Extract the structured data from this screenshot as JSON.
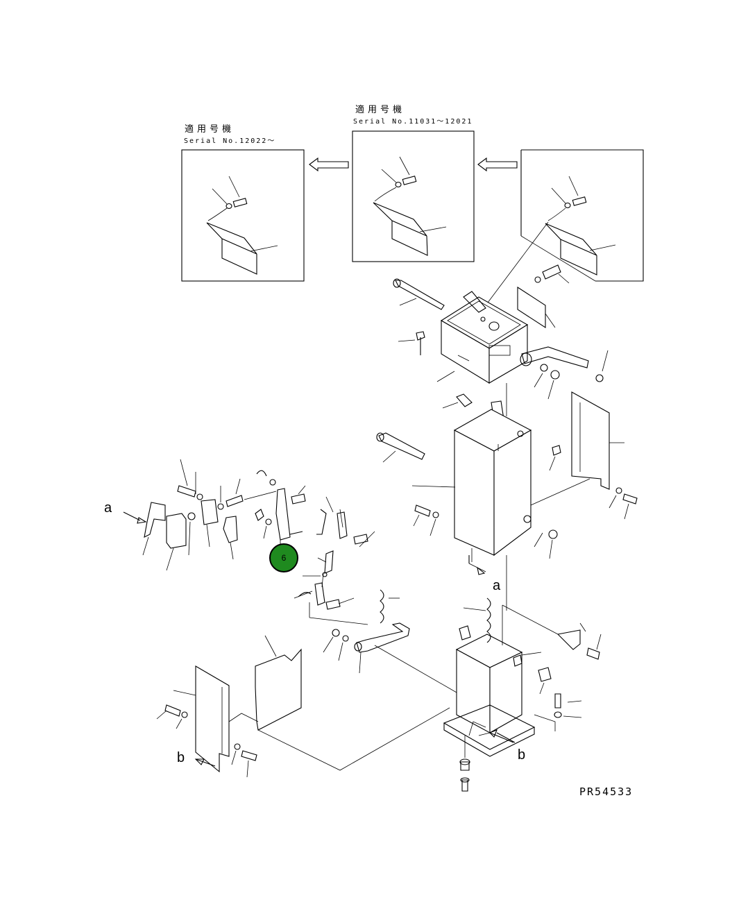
{
  "diagram": {
    "drawing_code": "PR54533",
    "inset_left": {
      "heading": "適用号機",
      "serial": "Serial No.12022〜"
    },
    "inset_middle": {
      "heading": "適用号機",
      "serial": "Serial No.11031〜12021"
    },
    "labels": {
      "a_left": "a",
      "a_right": "a",
      "b_left": "b",
      "b_right": "b"
    },
    "callout": {
      "number": "6",
      "color": "#1f8a1f"
    }
  }
}
